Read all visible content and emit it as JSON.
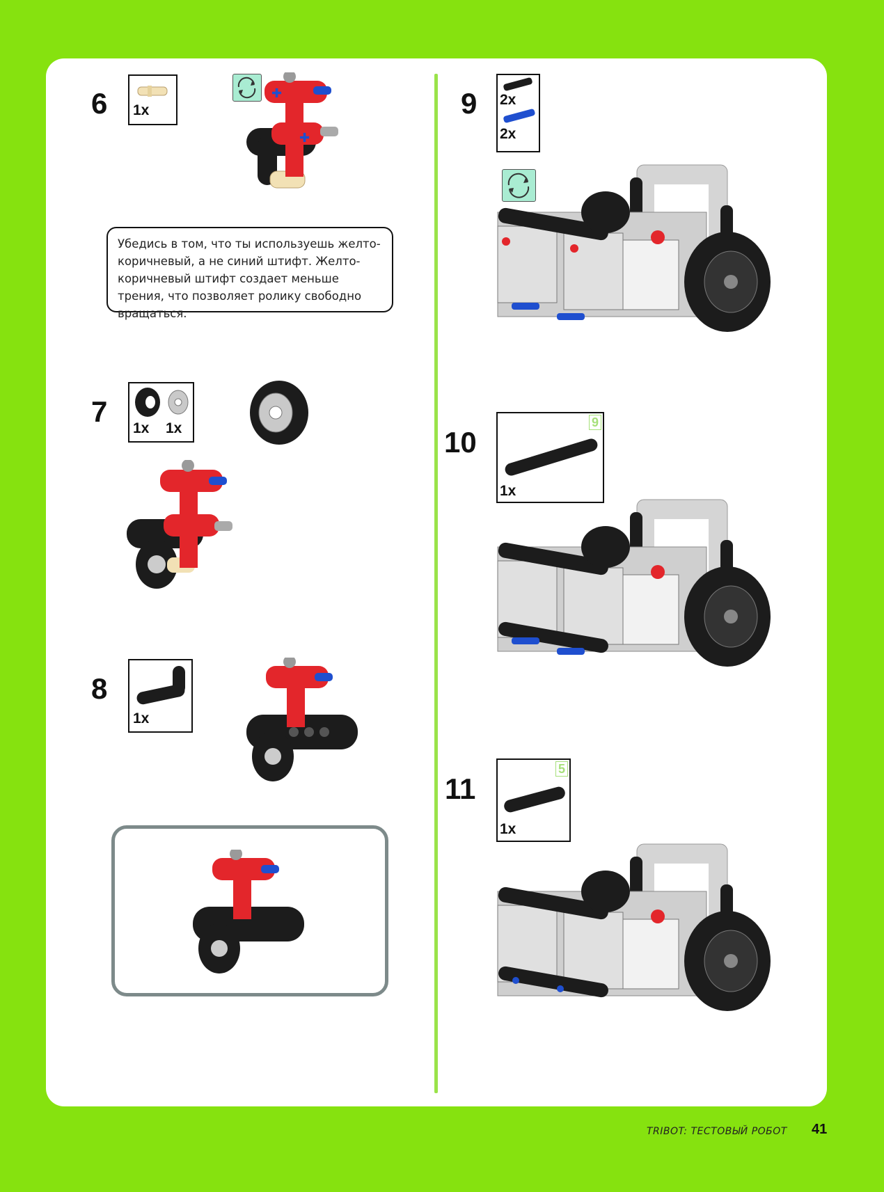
{
  "steps": [
    {
      "number": "6",
      "parts": [
        {
          "qty": "1x",
          "icon": "tan-pin"
        }
      ],
      "rotate": true
    },
    {
      "number": "7",
      "parts": [
        {
          "qty": "1x",
          "icon": "tire"
        },
        {
          "qty": "1x",
          "icon": "hub"
        }
      ]
    },
    {
      "number": "8",
      "parts": [
        {
          "qty": "1x",
          "icon": "angled-beam"
        }
      ]
    },
    {
      "number": "9",
      "parts": [
        {
          "qty": "2x",
          "icon": "black-pin"
        },
        {
          "qty": "2x",
          "icon": "blue-axle-pin"
        }
      ],
      "rotate": true
    },
    {
      "number": "10",
      "parts": [
        {
          "qty": "1x",
          "icon": "beam",
          "length": "9"
        }
      ]
    },
    {
      "number": "11",
      "parts": [
        {
          "qty": "1x",
          "icon": "beam",
          "length": "5"
        }
      ]
    }
  ],
  "callout": {
    "text": "Убедись в том, что ты используешь желто-коричневый, а не синий штифт. Желто-коричневый штифт создает меньше трения, что позволяет ролику свободно вращаться."
  },
  "footer": {
    "title": "TRIBOT: ТЕСТОВЫЙ РОБОТ",
    "page": "41"
  },
  "colors": {
    "background": "#86e20f",
    "divider": "#9ae34a",
    "red": "#e3262b",
    "blue": "#1f4fcf",
    "tan": "#f2e1b5",
    "rotate": "#a9ecd2"
  }
}
